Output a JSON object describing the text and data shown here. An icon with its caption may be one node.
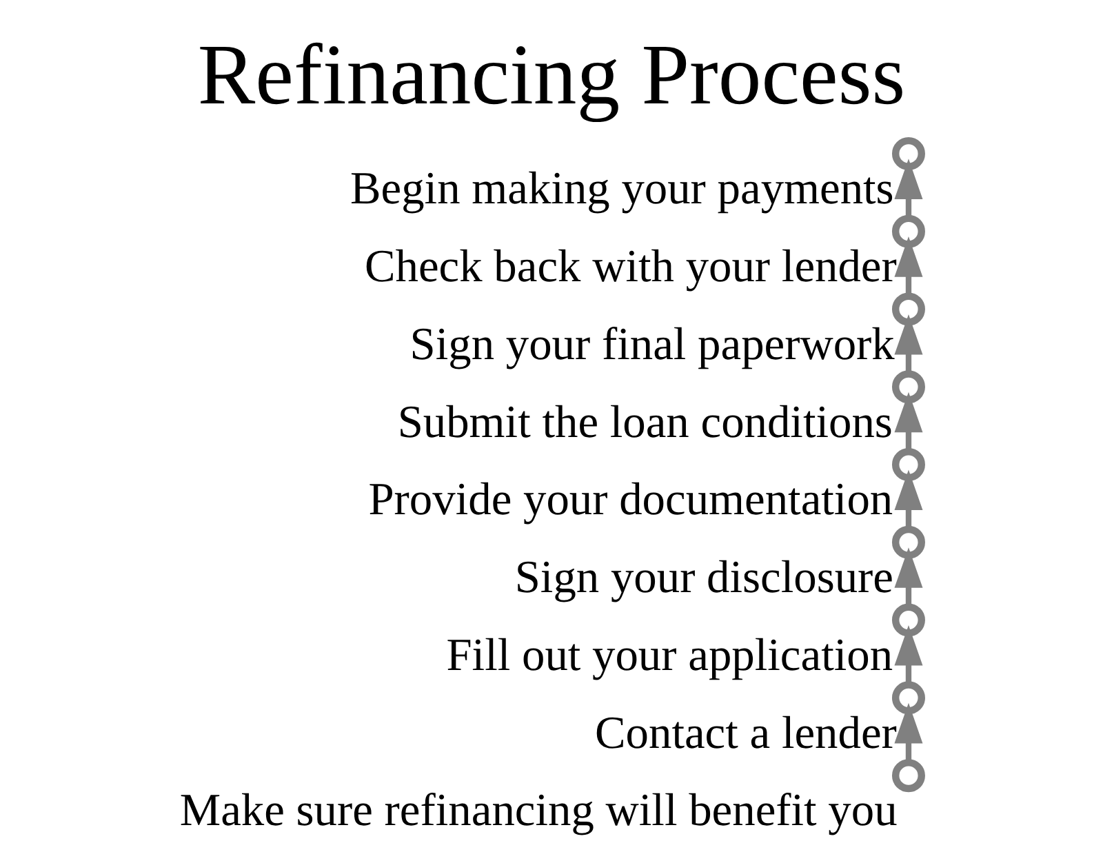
{
  "diagram": {
    "title": "Refinancing Process",
    "nodes": [
      {
        "text": [],
        "shape": "circle",
        "beside": [
          "Make sure refinancing will benefit you"
        ]
      },
      {
        "text": [],
        "shape": "circle",
        "beside": [
          "Contact a lender"
        ]
      },
      {
        "text": [],
        "shape": "circle",
        "beside": [
          "Fill out your application"
        ]
      },
      {
        "text": [],
        "shape": "circle",
        "beside": [
          "Sign your disclosure"
        ]
      },
      {
        "text": [],
        "shape": "circle",
        "beside": [
          "Provide your documentation"
        ]
      },
      {
        "text": [],
        "shape": "circle",
        "beside": [
          "Submit the loan conditions"
        ]
      },
      {
        "text": [],
        "shape": "circle",
        "beside": [
          "Sign your final paperwork"
        ]
      },
      {
        "text": [],
        "shape": "circle",
        "beside": [
          "Check back with your lender"
        ]
      },
      {
        "text": [],
        "shape": "circle",
        "beside": [
          "Begin making your payments"
        ]
      }
    ],
    "edges": [
      {
        "from": 0,
        "to": 1,
        "arrow": "to"
      },
      {
        "from": 1,
        "to": 2,
        "arrow": "to"
      },
      {
        "from": 2,
        "to": 3,
        "arrow": "to"
      },
      {
        "from": 3,
        "to": 4,
        "arrow": "to"
      },
      {
        "from": 4,
        "to": 5,
        "arrow": "to"
      },
      {
        "from": 5,
        "to": 6,
        "arrow": "to"
      },
      {
        "from": 6,
        "to": 7,
        "arrow": "to"
      },
      {
        "from": 7,
        "to": 8,
        "arrow": "to"
      }
    ]
  }
}
